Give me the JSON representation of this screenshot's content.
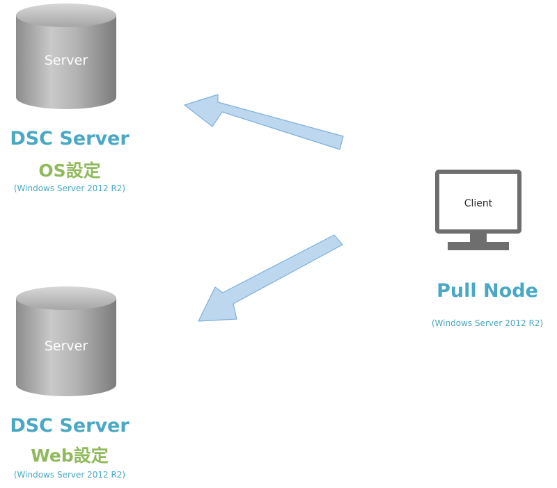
{
  "nodes": {
    "server_top": {
      "icon_label": "Server",
      "title": "DSC Server",
      "subtitle": "OS設定",
      "os": "(Windows Server 2012 R2)"
    },
    "server_bottom": {
      "icon_label": "Server",
      "title": "DSC Server",
      "subtitle": "Web設定",
      "os": "(Windows Server 2012 R2)"
    },
    "client": {
      "icon_label": "Client",
      "title": "Pull Node",
      "os": "(Windows Server 2012 R2)"
    }
  },
  "colors": {
    "title": "#4aa8c4",
    "subtitle": "#8fba5c",
    "arrow_fill": "#bcd7ee",
    "arrow_stroke": "#7fb0dc",
    "cylinder": "#9a9a9a",
    "monitor": "#6e6e6e"
  }
}
